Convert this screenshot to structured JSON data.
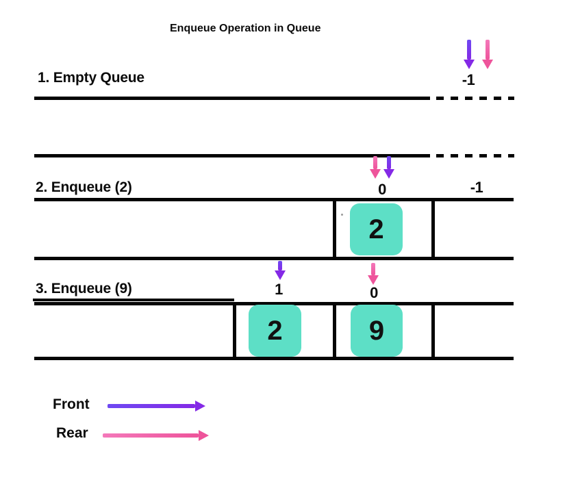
{
  "title": "Enqueue Operation in Queue",
  "colors": {
    "front_arrow": "#8429E6",
    "rear_arrow": "#EE549B",
    "cell_fill": "#5DDFC6",
    "line": "#050505"
  },
  "steps": {
    "step1": {
      "heading": "1. Empty Queue",
      "front_rear_index": "-1"
    },
    "step2": {
      "heading": "2. Enqueue (2)",
      "current_index": "0",
      "previous_index": "-1",
      "cell_value": "2"
    },
    "step3": {
      "heading": "3. Enqueue (9)",
      "front_index": "1",
      "rear_index": "0",
      "cell_front_value": "2",
      "cell_rear_value": "9"
    }
  },
  "legend": {
    "front": "Front",
    "rear": "Rear"
  }
}
